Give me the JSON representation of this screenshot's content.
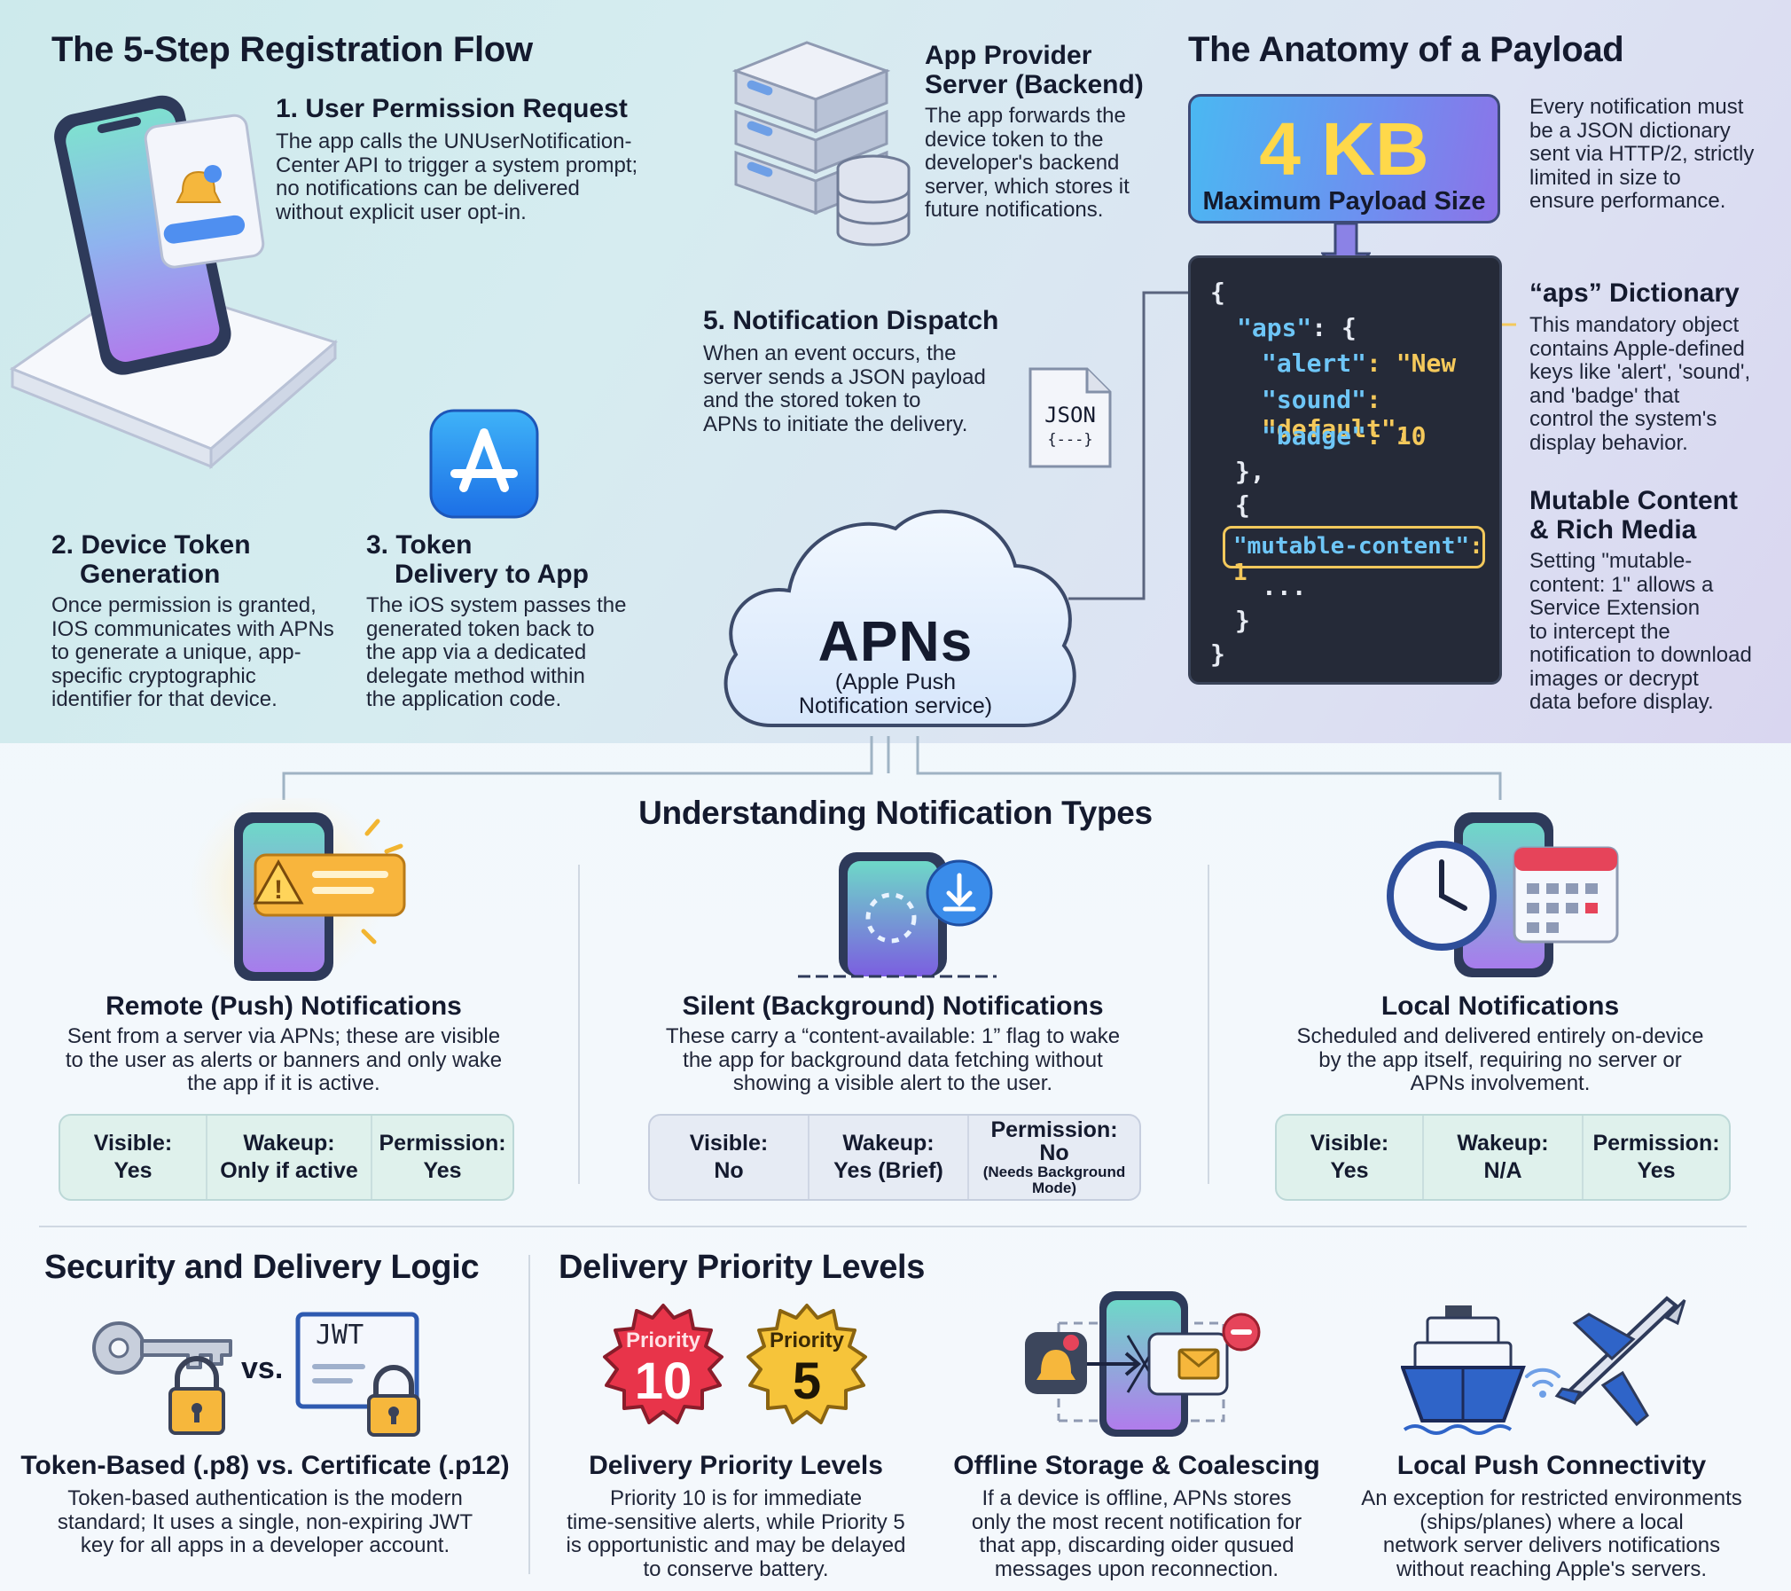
{
  "registration": {
    "title": "The 5-Step Registration Flow",
    "step1": {
      "title": "1. User Permission Request",
      "body": [
        "The app calls the UNUserNotification-",
        "Center API to trigger a system prompt;",
        "no notifications can be delivered",
        "without explicit user opt-in."
      ]
    },
    "step2": {
      "title_line1": "2. Device Token",
      "title_line2": "Generation",
      "body": [
        "Once permission is granted,",
        "IOS communicates with APNs",
        "to generate a unique, app-",
        "specific cryptographic",
        "identifier for that device."
      ]
    },
    "step3": {
      "title_line1": "3. Token",
      "title_line2": "Delivery to App",
      "body": [
        "The iOS system passes the",
        "generated token back to",
        "the app via a dedicated",
        "delegate method within",
        "the application code."
      ]
    },
    "step4": {
      "title_line1": "App Provider",
      "title_line2": "Server (Backend)",
      "body": [
        "The app forwards the",
        "device token to the",
        "developer's backend",
        "server, which stores it",
        "future notifications."
      ]
    },
    "step5": {
      "title": "5. Notification Dispatch",
      "body": [
        "When an event occurs, the",
        "server sends a JSON payload",
        "and the stored token to",
        "APNs to initiate the delivery."
      ]
    },
    "json_icon": {
      "label": "JSON",
      "sub": "{---}"
    },
    "apns": {
      "title": "APNs",
      "sub1": "(Apple Push",
      "sub2": "Notification service)"
    }
  },
  "payload": {
    "title": "The Anatomy of a Payload",
    "size_value": "4 KB",
    "size_label": "Maximum Payload Size",
    "intro": [
      "Every notification must",
      "be a JSON dictionary",
      "sent via HTTP/2, strictly",
      "limited in size to",
      "ensure performance."
    ],
    "code": {
      "open": "{",
      "aps_key": "\"aps\"",
      "aps_rest": ": {",
      "alert_key": "\"alert\"",
      "alert_val": ": \"New",
      "sound_key": "\"sound\"",
      "sound_val": ": \"default\",",
      "badge_key": "\"badge\"",
      "badge_val": ": 10",
      "close_aps": "},",
      "open2": "{",
      "mutable": "\"mutable-content\"",
      "mutable_val": ": 1",
      "dots": "...",
      "close2": "}",
      "close": "}"
    },
    "aps_dict": {
      "title": "“aps” Dictionary",
      "body": [
        "This mandatory object",
        "contains Apple-defined",
        "keys like 'alert', 'sound',",
        "and 'badge' that",
        "control the system's",
        "display behavior."
      ]
    },
    "mutable_info": {
      "title_line1": "Mutable Content",
      "title_line2": "& Rich Media",
      "body": [
        "Setting \"mutable-",
        "content: 1\" allows a",
        "Service Extension",
        "to intercept the",
        "notification to download",
        "images or decrypt",
        "data before display."
      ]
    }
  },
  "types": {
    "title": "Understanding Notification Types",
    "remote": {
      "title": "Remote (Push) Notifications",
      "body": [
        "Sent from a server via APNs; these are visible",
        "to the user as alerts or banners and only wake",
        "the app if it is active."
      ],
      "visible_label": "Visible:",
      "visible_value": "Yes",
      "wakeup_label": "Wakeup:",
      "wakeup_value": "Only if active",
      "permission_label": "Permission:",
      "permission_value": "Yes"
    },
    "silent": {
      "title": "Silent (Background) Notifications",
      "body": [
        "These carry a “content-available: 1” flag to wake",
        "the app for background data fetching without",
        "showing a visible alert to the user."
      ],
      "visible_label": "Visible:",
      "visible_value": "No",
      "wakeup_label": "Wakeup:",
      "wakeup_value": "Yes (Brief)",
      "permission_label": "Permission:",
      "permission_value": "No",
      "permission_note1": "(Needs Background",
      "permission_note2": "Mode)"
    },
    "local": {
      "title": "Local Notifications",
      "body": [
        "Scheduled and delivered entirely on-device",
        "by the app itself, requiring no server or",
        "APNs involvement."
      ],
      "visible_label": "Visible:",
      "visible_value": "Yes",
      "wakeup_label": "Wakeup:",
      "wakeup_value": "N/A",
      "permission_label": "Permission:",
      "permission_value": "Yes"
    }
  },
  "security": {
    "title": "Security and Delivery Logic",
    "vs": "vs.",
    "jwt": "JWT",
    "item_title": "Token-Based (.p8) vs. Certificate (.p12)",
    "body": [
      "Token-based authentication is the modern",
      "standard; It uses a single, non-expiring JWT",
      "key for all apps in a developer account."
    ]
  },
  "priority": {
    "title": "Delivery Priority Levels",
    "badge10_label": "Priority",
    "badge10_value": "10",
    "badge5_label": "Priority",
    "badge5_value": "5",
    "item_title": "Delivery Priority Levels",
    "body": [
      "Priority 10 is for immediate",
      "time-sensitive alerts, while Priority 5",
      "is opportunistic and may be delayed",
      "to conserve battery."
    ]
  },
  "offline": {
    "title": "Offline Storage & Coalescing",
    "body": [
      "If a device is offline, APNs stores",
      "only the most recent notification for",
      "that app, discarding oider qusued",
      "messages upon reconnection."
    ]
  },
  "localpush": {
    "title": "Local Push Connectivity",
    "body": [
      "An exception for restricted environments",
      "(ships/planes) where a local",
      "network server delivers notifications",
      "without reaching Apple's servers."
    ]
  }
}
